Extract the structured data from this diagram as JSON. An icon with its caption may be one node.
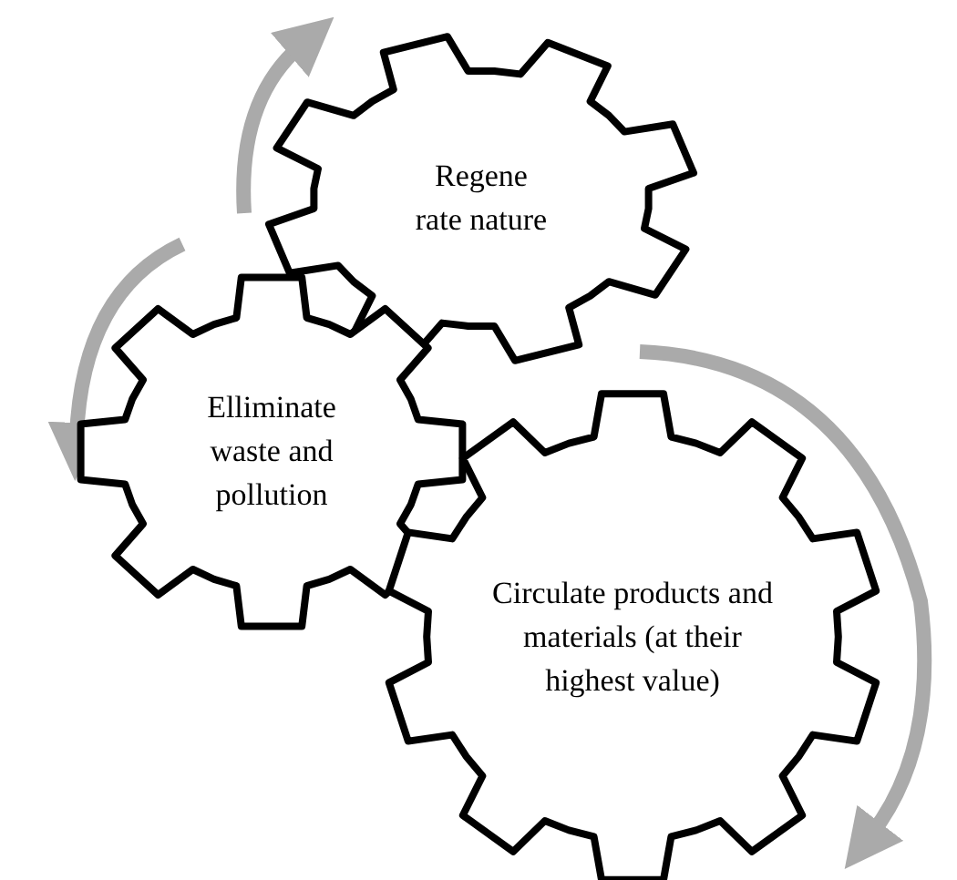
{
  "diagram": {
    "nodes": [
      {
        "text": [
          "Regene rate nature"
        ]
      },
      {
        "text": [
          "Elliminate waste and pollution"
        ]
      },
      {
        "text": [
          "Circulate products and materials (at their highest value)"
        ]
      }
    ]
  }
}
